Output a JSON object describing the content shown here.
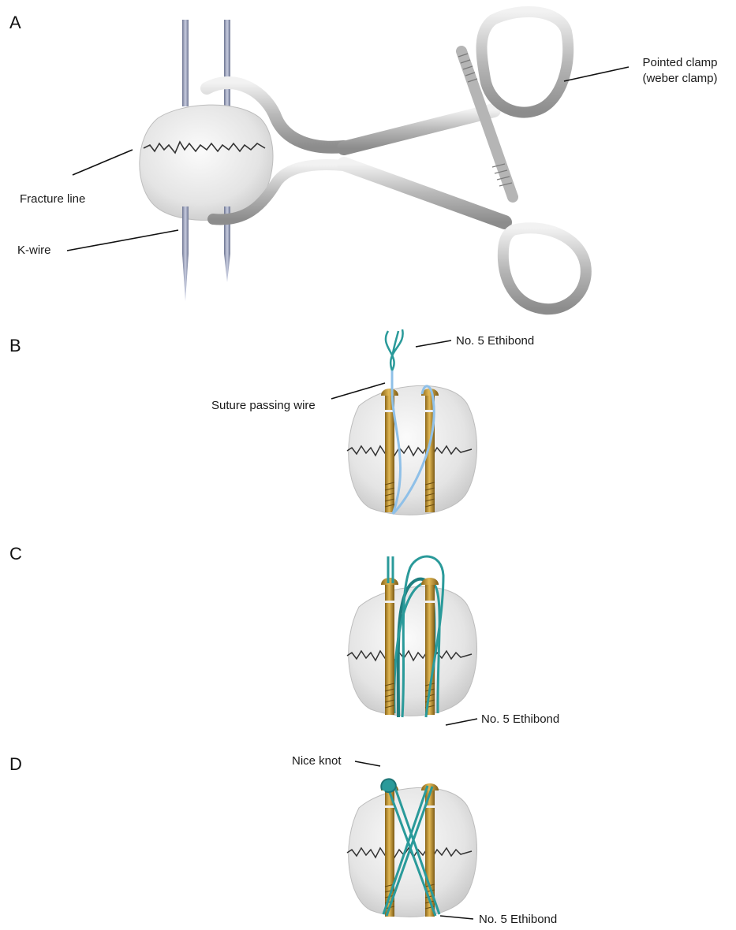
{
  "panels": {
    "a": "A",
    "b": "B",
    "c": "C",
    "d": "D"
  },
  "labels": {
    "pointed_clamp_line1": "Pointed clamp",
    "pointed_clamp_line2": "(weber clamp)",
    "fracture_line": "Fracture line",
    "k_wire": "K-wire",
    "ethibond_b": "No. 5 Ethibond",
    "suture_passing_wire": "Suture passing wire",
    "ethibond_c": "No. 5 Ethibond",
    "nice_knot": "Nice knot",
    "ethibond_d": "No. 5 Ethibond"
  },
  "colors": {
    "bone": "#e6e6e6",
    "screw": "#b8892a",
    "suture": "#2a9a9a",
    "passing_wire": "#8fc0e8",
    "kwire": "#8e96b0",
    "clamp": "#c9c9c9",
    "fracture": "#333333"
  }
}
